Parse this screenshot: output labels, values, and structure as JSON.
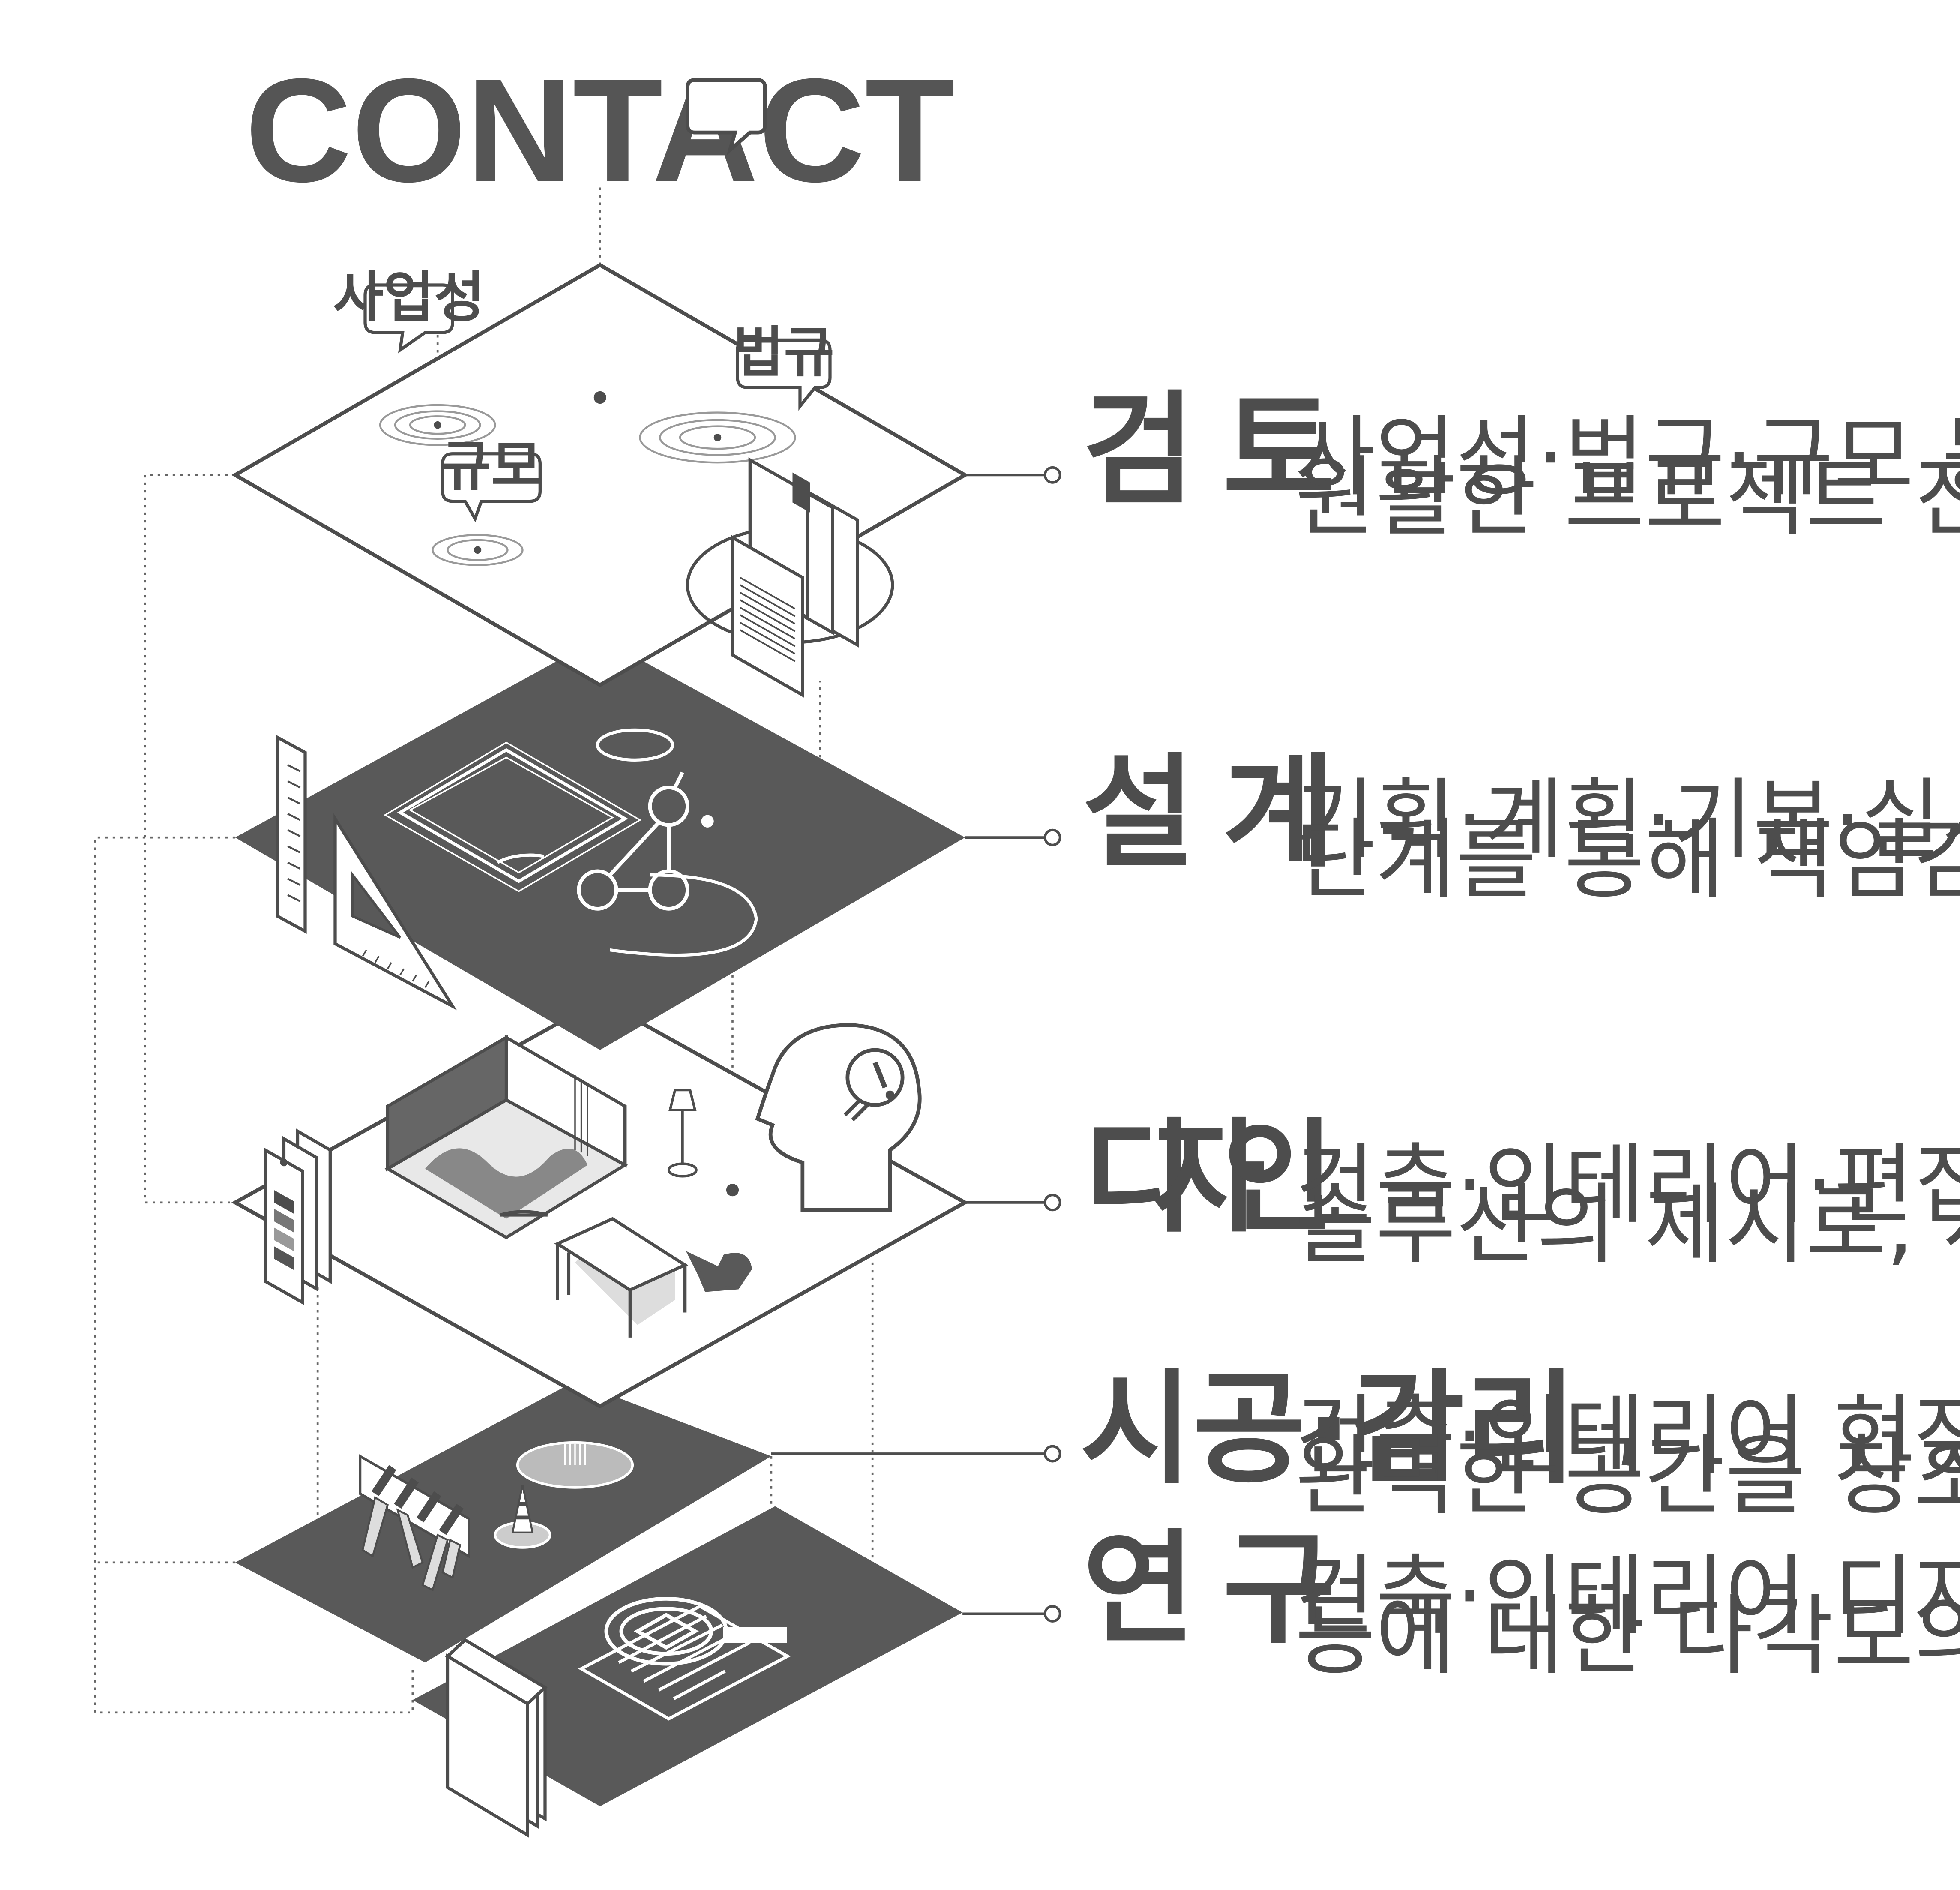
{
  "header": {
    "title": "CONTACT"
  },
  "bubbles": {
    "business": "사업성",
    "law": "법규",
    "scale": "규모"
  },
  "stages": [
    {
      "title_left": "검",
      "title_right": "토",
      "desc_line1": "사업성·법규·규모 등의  각종 검토를 통해",
      "desc_line2": "원활한 프로젝트 진행"
    },
    {
      "title_left": "설",
      "title_right": "계",
      "desc_line1": "기획·계획·기본·실시 설계의 전반적인 설계",
      "desc_line2": "단계를 통해 책임감 있는 설계를 제공"
    },
    {
      "title_left": "디",
      "title_mid": "자",
      "title_right": "인",
      "desc_line1": "건축·인테리어·편집 등 전반적인 디자인과",
      "desc_line2": "솔루션의 제시로, 서로가 만족할 디자인 창출"
    },
    {
      "title": "시공·감리",
      "desc_line1": "건축·인테리어 현장 시공 및 감리를 통해",
      "desc_line2": "완벽한 공간을 창조"
    },
    {
      "title_left": "연",
      "title_right": "구",
      "desc_line1": "건축·인테리어 디자인의 전반적인 발전 방향",
      "desc_line2": "등에 대한 다각도의 연구를 추진"
    }
  ],
  "colors": {
    "dark_layer": "#595959",
    "line": "#4d4d4d",
    "text": "#4d4d4d",
    "background": "#ffffff"
  }
}
